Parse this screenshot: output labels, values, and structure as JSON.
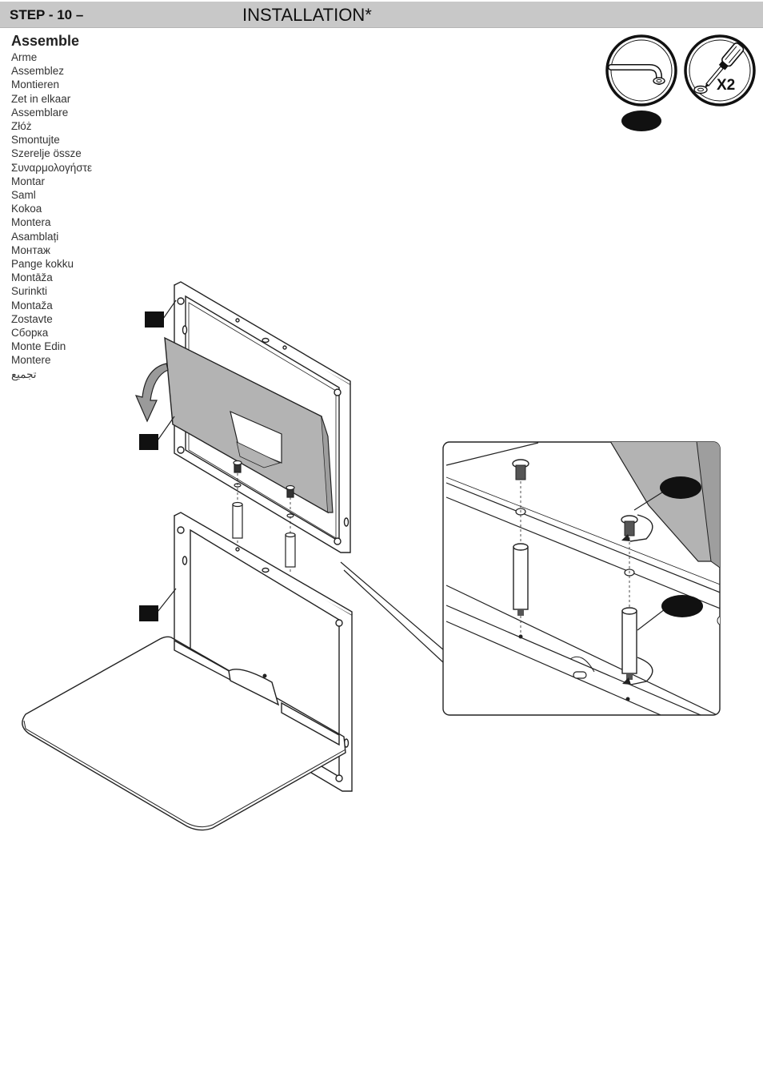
{
  "header": {
    "step": "STEP - 10 –",
    "title": "INSTALLATION*"
  },
  "assemble": {
    "heading": "Assemble",
    "languages": [
      "Arme",
      "Assemblez",
      "Montieren",
      "Zet in elkaar",
      "Assemblare",
      "Złóż",
      "Smontujte",
      "Szerelje össze",
      "Συναρμολογήστε",
      "Montar",
      "Saml",
      "Kokoa",
      "Montera",
      "Asamblați",
      "Монтаж",
      "Pange kokku",
      "Montāža",
      "Surinkti",
      "Montaža",
      "Zostavte",
      "Сборка",
      "Monte Edin",
      "Montere",
      "تجميع"
    ]
  },
  "tools": {
    "quantity": "X2",
    "icons": [
      "allen-key-icon",
      "screwdriver-icon"
    ]
  },
  "colors": {
    "header_bg": "#c8c8c8",
    "panel_fill": "#b3b3b3",
    "callout": "#111111",
    "line": "#222222"
  }
}
